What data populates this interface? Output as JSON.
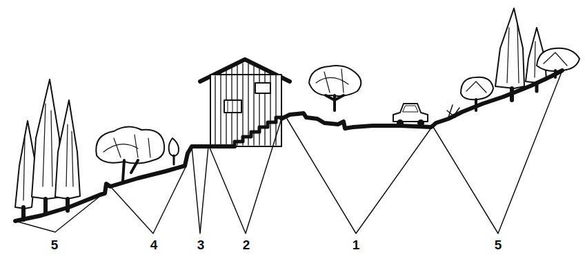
{
  "diagram": {
    "labels": [
      "5",
      "4",
      "3",
      "2",
      "1",
      "5"
    ]
  }
}
